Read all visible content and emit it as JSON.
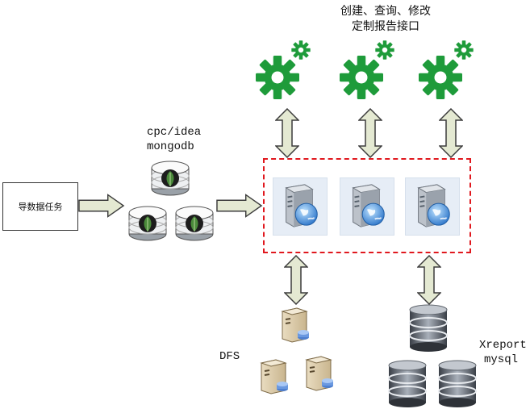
{
  "top_label": {
    "line1": "创建、查询、修改",
    "line2": "定制报告接口"
  },
  "source": {
    "task_label": "导数据任务",
    "db_label_line1": "cpc/idea",
    "db_label_line2": "mongodb"
  },
  "storage": {
    "dfs_label": "DFS",
    "xreport_label_line1": "Xreport",
    "xreport_label_line2": "mysql"
  },
  "colors": {
    "gear_green": "#1e9b3a",
    "arrow_fill": "#e4e9d2",
    "arrow_stroke": "#3c3c3c",
    "cluster_border": "#e0181e",
    "mongo_leaf": "#4a8a3a"
  },
  "icons": {
    "gear": "gear-icon",
    "server": "server-globe-icon",
    "mongodb": "mongodb-database-icon",
    "dfs_server": "tower-server-icon",
    "mysql_db": "database-cylinder-icon"
  }
}
